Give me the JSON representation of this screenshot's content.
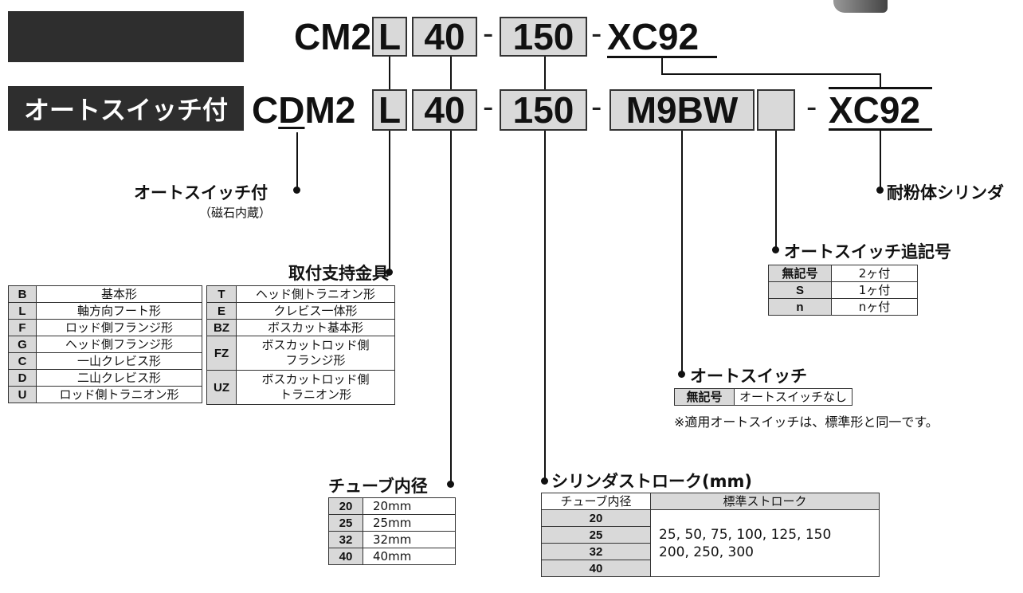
{
  "header": {
    "with_switch_label": "オートスイッチ付"
  },
  "row1": {
    "prefix": "CM2",
    "mount": "L",
    "bore": "40",
    "stroke": "150",
    "suffix": "XC92"
  },
  "row2": {
    "prefix_c": "C",
    "prefix_d": "D",
    "prefix_rest": "M2",
    "mount": "L",
    "bore": "40",
    "stroke": "150",
    "switch": "M9BW",
    "switch_count": "",
    "suffix": "XC92"
  },
  "callouts": {
    "auto_switch": "オートスイッチ付",
    "auto_switch_note": "（磁石内蔵）",
    "dust_resistant": "耐粉体シリンダ",
    "mount_title": "取付支持金具",
    "bore_title": "チューブ内径",
    "stroke_title": "シリンダストローク(mm)",
    "switch_count_title": "オートスイッチ追記号",
    "switch_title": "オートスイッチ",
    "switch_note": "※適用オートスイッチは、標準形と同一です。"
  },
  "mount_table_left": [
    {
      "code": "B",
      "desc": "基本形"
    },
    {
      "code": "L",
      "desc": "軸方向フート形"
    },
    {
      "code": "F",
      "desc": "ロッド側フランジ形"
    },
    {
      "code": "G",
      "desc": "ヘッド側フランジ形"
    },
    {
      "code": "C",
      "desc": "一山クレビス形"
    },
    {
      "code": "D",
      "desc": "二山クレビス形"
    },
    {
      "code": "U",
      "desc": "ロッド側トラニオン形"
    }
  ],
  "mount_table_right": [
    {
      "code": "T",
      "desc": "ヘッド側トラニオン形"
    },
    {
      "code": "E",
      "desc": "クレビス一体形"
    },
    {
      "code": "BZ",
      "desc": "ボスカット基本形"
    },
    {
      "code": "FZ",
      "desc1": "ボスカットロッド側",
      "desc2": "フランジ形"
    },
    {
      "code": "UZ",
      "desc1": "ボスカットロッド側",
      "desc2": "トラニオン形"
    }
  ],
  "switch_count_table": [
    {
      "code": "無記号",
      "desc": "2ヶ付"
    },
    {
      "code": "S",
      "desc": "1ヶ付"
    },
    {
      "code": "n",
      "desc": "nヶ付"
    }
  ],
  "switch_table": {
    "code": "無記号",
    "desc": "オートスイッチなし"
  },
  "bore_table": [
    {
      "code": "20",
      "desc": "20mm"
    },
    {
      "code": "25",
      "desc": "25mm"
    },
    {
      "code": "32",
      "desc": "32mm"
    },
    {
      "code": "40",
      "desc": "40mm"
    }
  ],
  "stroke_table": {
    "header_bore": "チューブ内径",
    "header_stroke": "標準ストローク",
    "bores": [
      "20",
      "25",
      "32",
      "40"
    ],
    "strokes_line1": "25, 50, 75, 100, 125, 150",
    "strokes_line2": "200, 250, 300"
  }
}
